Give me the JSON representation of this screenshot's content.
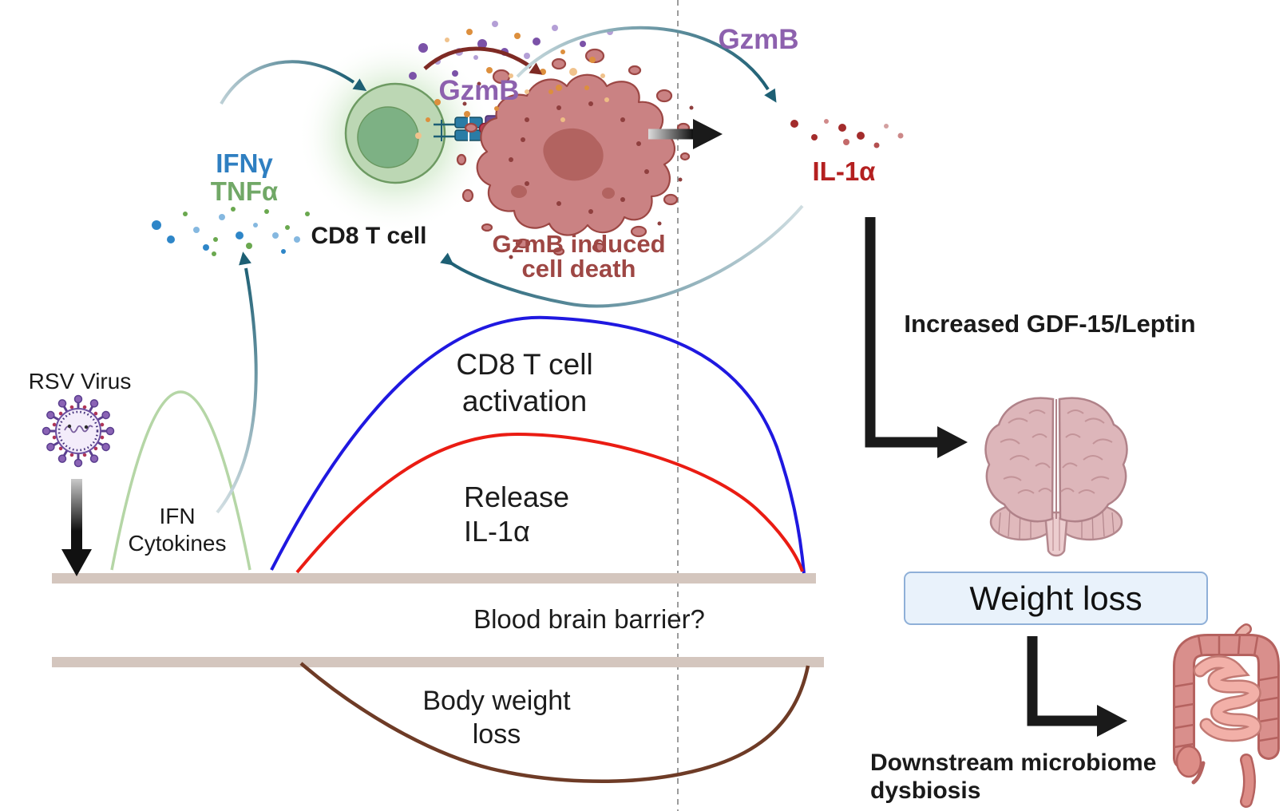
{
  "figure": {
    "labels": {
      "ifny": "IFNγ",
      "tnfa": "TNFα",
      "cd8_t_cell": "CD8 T cell",
      "gzmb_synapse": "GzmB",
      "gzmb_release": "GzmB",
      "gzmb_induced_line1": "GzmB induced",
      "gzmb_induced_line2": "cell death",
      "il1a": "IL-1α",
      "rsv_virus": "RSV Virus",
      "ifn_line1": "IFN",
      "ifn_line2": "Cytokines",
      "activation_line1": "CD8 T cell",
      "activation_line2": "activation",
      "release_line1": "Release",
      "release_line2": "IL-1α",
      "blood_brain_barrier": "Blood brain barrier?",
      "body_weight_line1": "Body weight",
      "body_weight_line2": "loss",
      "increased_gdf": "Increased GDF-15/Leptin",
      "weight_loss": "Weight loss",
      "downstream_line1": "Downstream microbiome",
      "downstream_line2": "dysbiosis"
    },
    "colors": {
      "teal_arrow": "#1d5f74",
      "purple_label": "#8d61ae",
      "ifny_blue": "#2f7fc1",
      "tnfa_green": "#71a867",
      "il1a_red": "#b42020",
      "cell_death_red": "#9e4744",
      "blue_curve": "#1f18e0",
      "red_curve": "#ea1c13",
      "brown_curve": "#6e3b26",
      "green_curve": "#b5d6a6",
      "barrier_bar": "#d4c6be",
      "weight_loss_box_fill": "#e9f2fb",
      "weight_loss_box_border": "#8fb0d8",
      "cd8_cell_green": "#bcd7b4",
      "dying_cell_pink": "#ca8283",
      "brain_pink": "#ddb6ba",
      "intestine_pink": "#e0958f",
      "black_arrow": "#1a1a1a"
    },
    "icons": [
      {
        "name": "rsv-virus-icon"
      },
      {
        "name": "cd8-t-cell-icon"
      },
      {
        "name": "tcr-synapse-icon"
      },
      {
        "name": "dying-cell-icon"
      },
      {
        "name": "cytokine-dots-icon"
      },
      {
        "name": "granzyme-dots-icon"
      },
      {
        "name": "il1a-dots-icon"
      },
      {
        "name": "brain-icon"
      },
      {
        "name": "intestine-icon"
      }
    ]
  }
}
